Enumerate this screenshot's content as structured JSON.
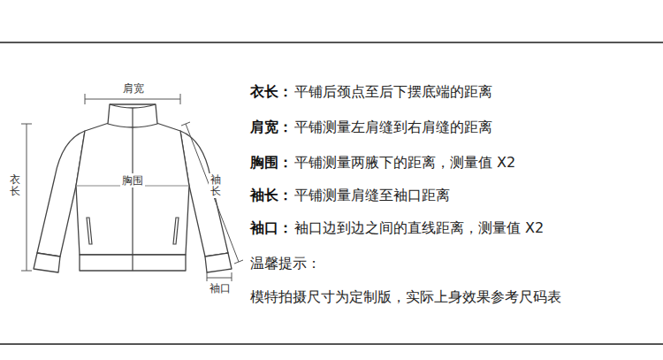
{
  "diagram": {
    "labels": [
      "肩宽",
      "衣长",
      "胸围",
      "袖长",
      "袖口",
      "衣长：",
      "平铺后颈点至后下摆底端的距离",
      "肩宽：",
      "平铺测量左肩缝到右肩缝的距离",
      "胸围：",
      "平铺测量两腋下的距离，测量值 X2",
      "袖长：",
      "平铺测量肩缝至袖口距离",
      "袖口：",
      "袖口边到边之间的直线距离，测量值 X2",
      "温馨提示：",
      "模特拍摄尺寸为定制版，实际上身效果参考尺码表"
    ]
  }
}
